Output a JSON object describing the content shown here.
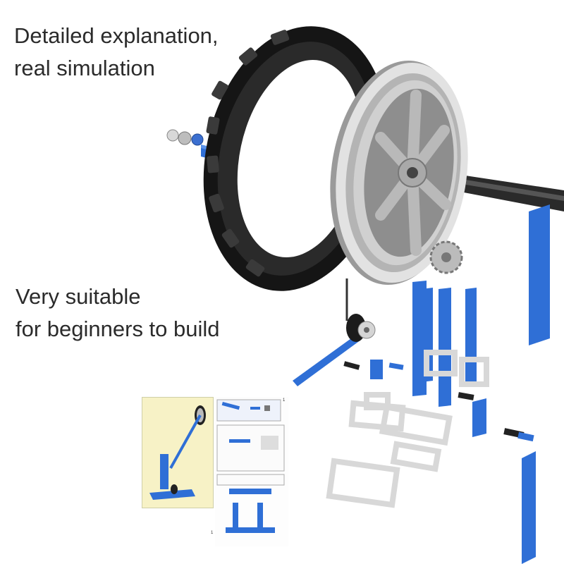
{
  "headline_top": {
    "line1": "Detailed explanation,",
    "line2": "real simulation"
  },
  "headline_middle": {
    "line1": "Very suitable",
    "line2": "for beginners to build"
  },
  "manual_preview": {
    "step_label": "1",
    "page_number": "1"
  },
  "colors": {
    "text": "#2b2b2b",
    "tire": "#1a1a1a",
    "rim": "#c9c9c9",
    "beam_blue": "#2f6fd6",
    "manual_background": "#f7f2c6"
  }
}
